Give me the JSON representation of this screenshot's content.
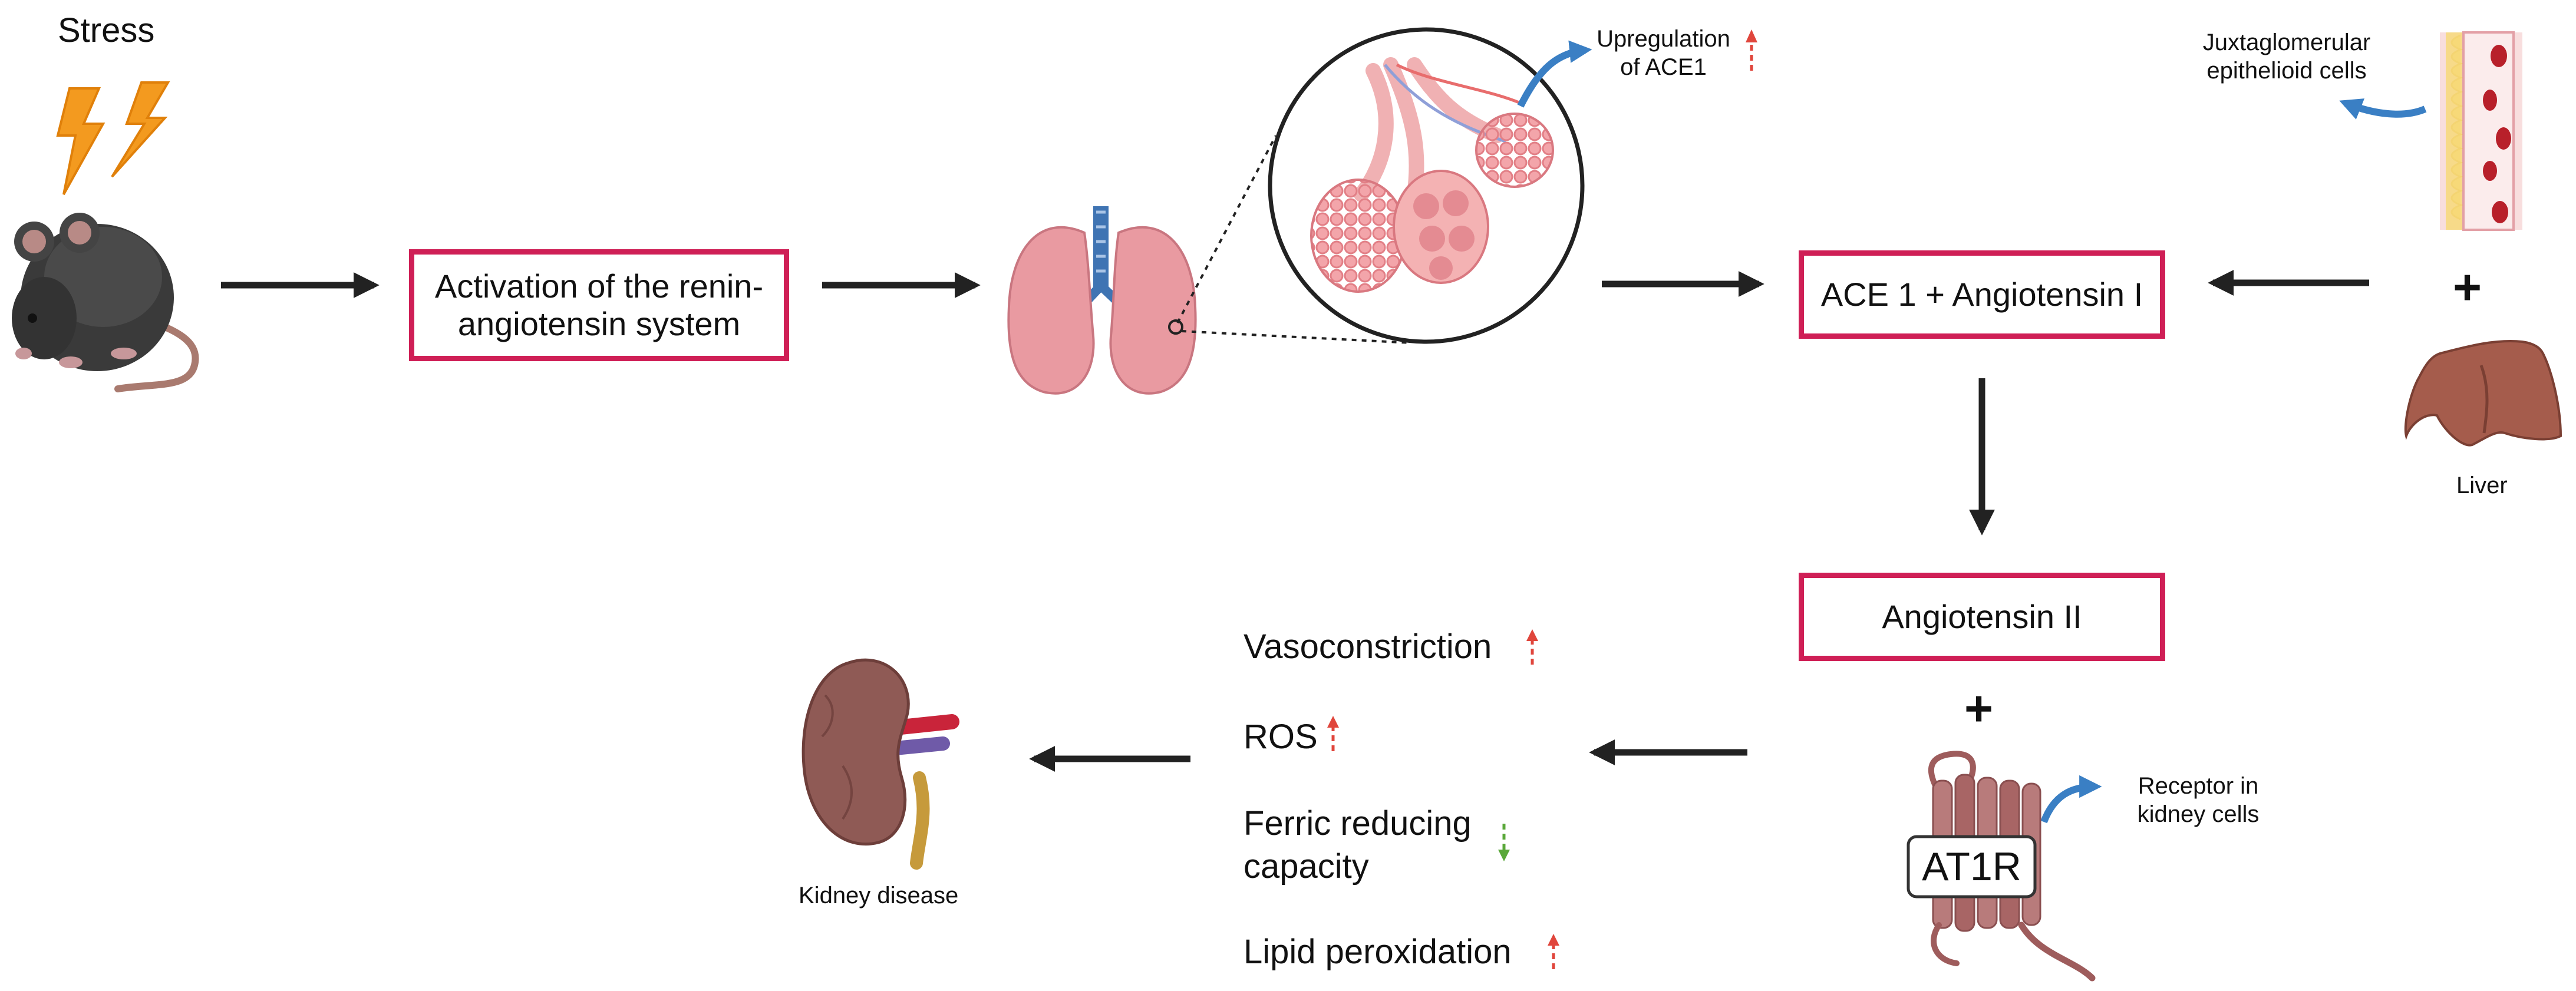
{
  "colors": {
    "box_border": "#cf1f56",
    "arrow": "#222222",
    "curved_arrow": "#3a7fc4",
    "increase_indicator": "#e0463c",
    "decrease_indicator": "#5aa83a"
  },
  "labels": {
    "stress": "Stress",
    "upregulation_line1": "Upregulation",
    "upregulation_line2": "of ACE1",
    "juxta_line1": "Juxtaglomerular",
    "juxta_line2": "epithelioid cells",
    "liver": "Liver",
    "kidney_disease": "Kidney disease",
    "receptor_line1": "Receptor in",
    "receptor_line2": "kidney cells",
    "at1r": "AT1R",
    "plus": "+"
  },
  "boxes": {
    "ras_line1": "Activation of the renin-",
    "ras_line2": "angiotensin system",
    "ace": "ACE 1 + Angiotensin I",
    "ang2": "Angiotensin II"
  },
  "effects": [
    {
      "line1": "Vasoconstriction",
      "line2": "",
      "direction": "up"
    },
    {
      "line1": "ROS",
      "line2": "",
      "direction": "up"
    },
    {
      "line1": "Ferric reducing",
      "line2": "capacity",
      "direction": "down"
    },
    {
      "line1": "Lipid peroxidation",
      "line2": "",
      "direction": "up"
    }
  ],
  "icons": [
    "lightning-icon",
    "mouse-icon",
    "lungs-icon",
    "alveoli-icon",
    "blood-vessel-icon",
    "liver-icon",
    "kidney-icon",
    "receptor-protein-icon"
  ]
}
